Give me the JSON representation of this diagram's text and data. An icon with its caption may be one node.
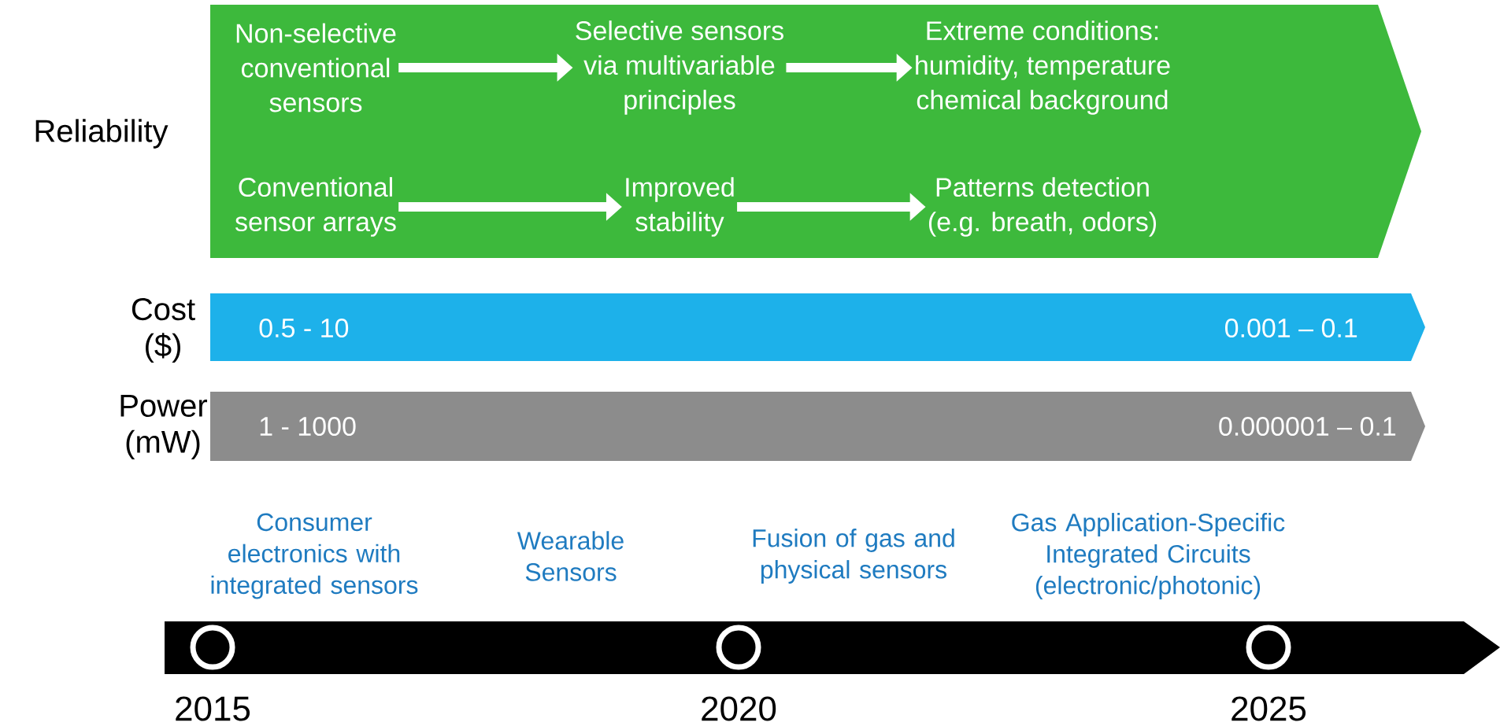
{
  "diagram": {
    "nodes": [
      {
        "text": [],
        "shape": "bar",
        "beside": [
          "Reliability"
        ]
      },
      {
        "text": [
          "Non-selective conventional sensors"
        ],
        "in": 0
      },
      {
        "text": [
          "Selective sensors via multivariable principles"
        ],
        "in": 0
      },
      {
        "text": [
          "Extreme conditions: humidity, temperature chemical background"
        ],
        "in": 0
      },
      {
        "text": [
          "Conventional sensor arrays"
        ],
        "in": 0
      },
      {
        "text": [
          "Improved stability"
        ],
        "in": 0
      },
      {
        "text": [
          "Patterns detection (e.g. breath, odors)"
        ],
        "in": 0
      },
      {
        "text": [
          "0.5 - 10",
          "0.001 – 0.1"
        ],
        "beside": [
          "Cost ($)"
        ]
      },
      {
        "text": [
          "1 - 1000",
          "0.000001 – 0.1"
        ],
        "beside": [
          "Power (mW)"
        ]
      },
      {
        "text": [],
        "shape": "bar"
      },
      {
        "text": [],
        "shape": "circle",
        "in": 9,
        "beside": [
          "2015"
        ]
      },
      {
        "text": [],
        "shape": "circle",
        "in": 9,
        "beside": [
          "2020"
        ]
      },
      {
        "text": [],
        "shape": "circle",
        "in": 9,
        "beside": [
          "2025"
        ]
      }
    ],
    "edges": [
      {
        "from": 1,
        "to": 2,
        "arrow": "to"
      },
      {
        "from": 2,
        "to": 3,
        "arrow": "to"
      },
      {
        "from": 4,
        "to": 5,
        "arrow": "to"
      },
      {
        "from": 5,
        "to": 6,
        "arrow": "to"
      }
    ],
    "labels": [
      "Consumer electronics with integrated sensors",
      "Wearable Sensors",
      "Fusion of gas and physical sensors",
      "Gas Application-Specific Integrated Circuits (electronic/photonic)"
    ]
  }
}
